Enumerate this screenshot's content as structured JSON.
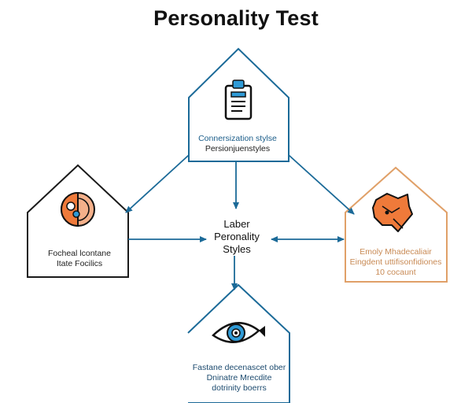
{
  "title": "Personality Test",
  "center": {
    "lines": [
      "Laber",
      "Peronality",
      "Styles"
    ]
  },
  "nodes": {
    "top": {
      "icon": "clipboard-icon",
      "lines": [
        "Connersization stylse",
        "Persionjuenstyles"
      ],
      "stroke_color": "#1b6a98"
    },
    "left": {
      "icon": "brain-profile-icon",
      "lines": [
        "Focheal lcontane",
        "Itate Focilics"
      ],
      "stroke_color": "#1a1a1a"
    },
    "right": {
      "icon": "fox-icon",
      "lines": [
        "Emoly Mhadecaliair",
        "Eingdent uttifisonfidiones",
        "10 cocaunt"
      ],
      "stroke_color": "#e0a068"
    },
    "bottom": {
      "icon": "eye-icon",
      "lines": [
        "Fastane decenascet ober",
        "Dninatre Mrecdite",
        "dotrinity boerrs"
      ],
      "stroke_color": "#1b6a98"
    }
  },
  "colors": {
    "arrow": "#1b6a98",
    "accent_orange": "#ef7a3a",
    "accent_blue": "#2f9ad6"
  }
}
